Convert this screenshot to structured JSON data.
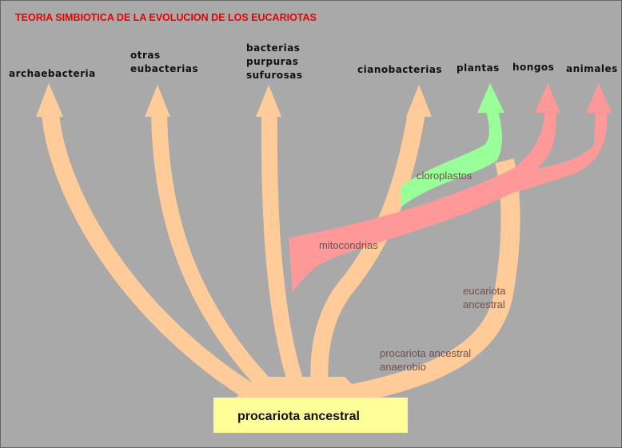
{
  "title": "TEORIA SIMBIOTICA DE LA EVOLUCION DE LOS EUCARIOTAS",
  "endpoints": {
    "archaebacteria": [
      "archaebacteria"
    ],
    "otras_eubacterias": [
      "otras",
      "eubacterias"
    ],
    "bacterias_purpuras": [
      "bacterias",
      "purpuras",
      "sufurosas"
    ],
    "cianobacterias": [
      "cianobacterias"
    ],
    "plantas": [
      "plantas"
    ],
    "hongos": [
      "hongos"
    ],
    "animales": [
      "animales"
    ]
  },
  "inner_labels": {
    "cloroplastos": "cloroplastos",
    "mitocondrias": "mitocondrias",
    "eucariota": [
      "eucariota",
      "ancestral"
    ],
    "procariota_anaerobio": [
      "procariota ancestral",
      "anaerobio"
    ]
  },
  "root": "procariota ancestral",
  "colors": {
    "background": "#a9a9a9",
    "procariota": "#ffcc99",
    "cloroplasto": "#99ff99",
    "mitocondria": "#ff9999",
    "root_box": "#ffff99",
    "title": "#ee0000"
  }
}
